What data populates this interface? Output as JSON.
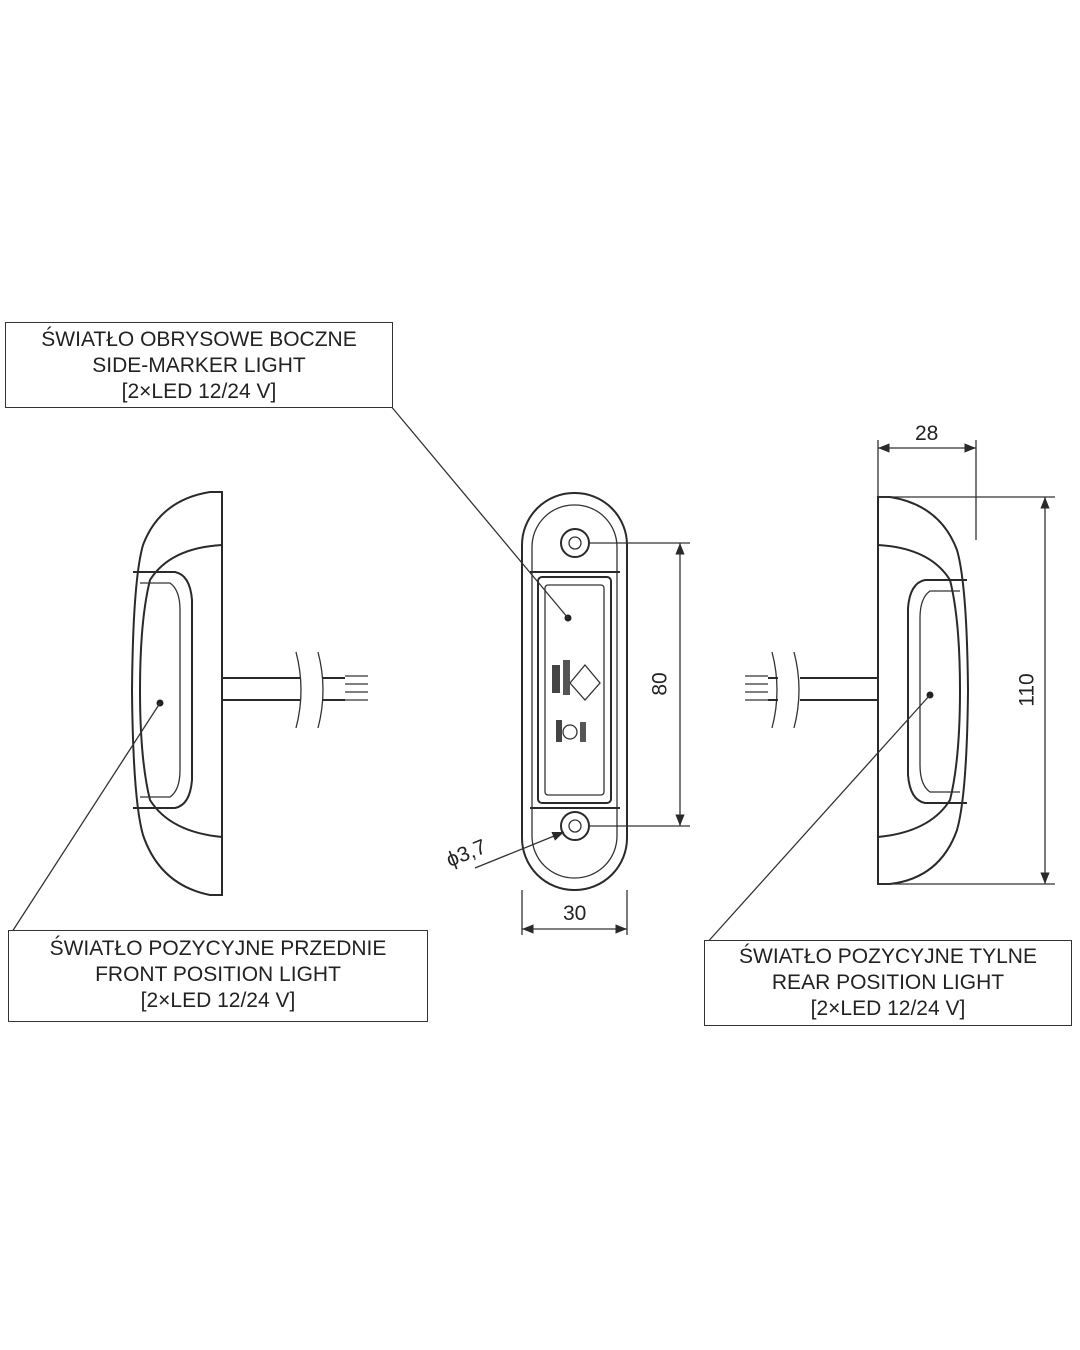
{
  "callouts": {
    "side_marker": {
      "line1": "ŚWIATŁO OBRYSOWE BOCZNE",
      "line2": "SIDE-MARKER LIGHT",
      "line3": "[2×LED 12/24 V]"
    },
    "front_position": {
      "line1": "ŚWIATŁO POZYCYJNE PRZEDNIE",
      "line2": "FRONT POSITION LIGHT",
      "line3": "[2×LED 12/24 V]"
    },
    "rear_position": {
      "line1": "ŚWIATŁO POZYCYJNE TYLNE",
      "line2": "REAR POSITION LIGHT",
      "line3": "[2×LED 12/24 V]"
    }
  },
  "dimensions": {
    "front_width": "30",
    "hole_spacing": "80",
    "hole_diameter": "ϕ3,7",
    "side_depth": "28",
    "side_height": "110"
  }
}
